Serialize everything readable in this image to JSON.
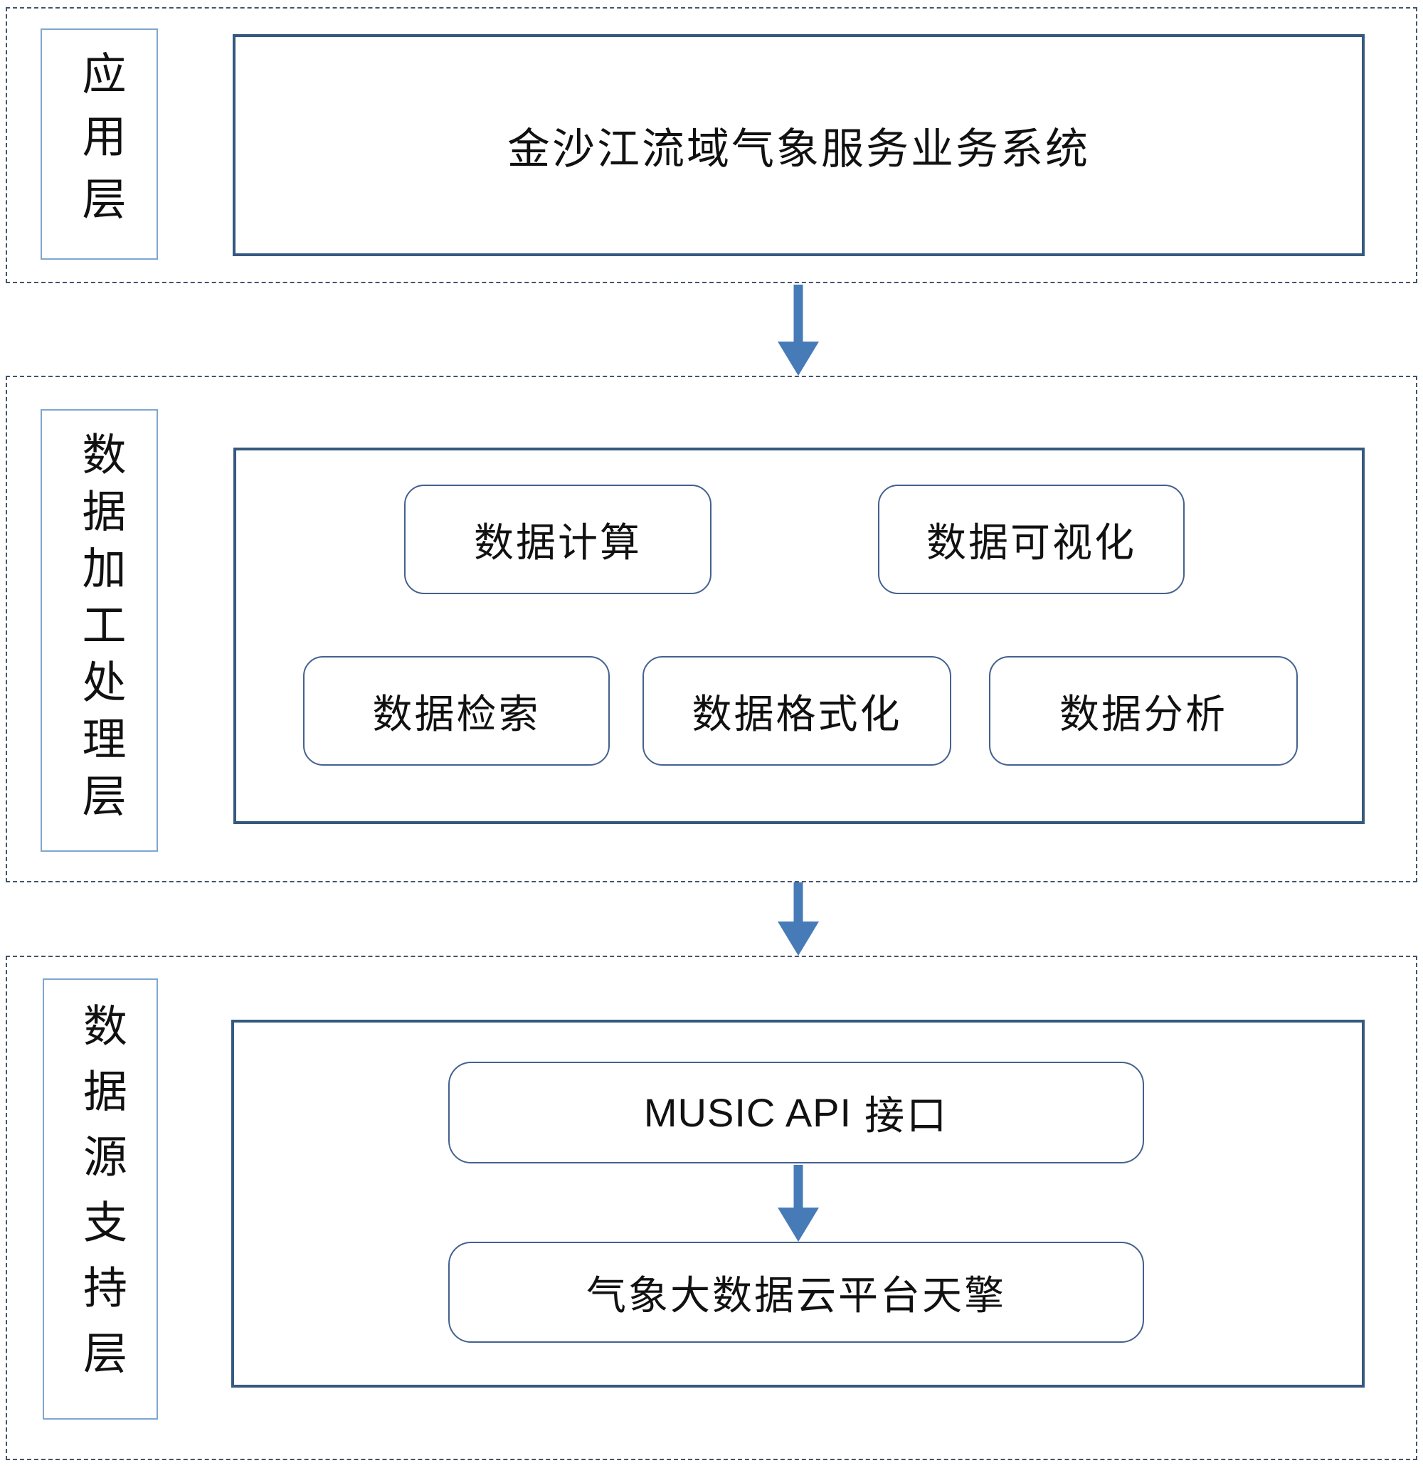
{
  "layers": [
    {
      "label": "应用层",
      "boxes": [
        {
          "label": "金沙江流域气象服务业务系统"
        }
      ]
    },
    {
      "label": "数据加工处理层",
      "boxes": [
        {
          "label": "数据计算"
        },
        {
          "label": "数据可视化"
        },
        {
          "label": "数据检索"
        },
        {
          "label": "数据格式化"
        },
        {
          "label": "数据分析"
        }
      ]
    },
    {
      "label": "数据源支持层",
      "boxes": [
        {
          "latin": "MUSIC API",
          "cjk": "接口"
        },
        {
          "label": "气象大数据云平台天擎"
        }
      ]
    }
  ],
  "connectors": [
    {
      "type": "arrow-down",
      "from": "应用层",
      "to": "数据加工处理层"
    },
    {
      "type": "arrow-down",
      "from": "数据加工处理层",
      "to": "数据源支持层"
    },
    {
      "type": "arrow-down",
      "from": "MUSIC API 接口",
      "to": "气象大数据云平台天擎"
    }
  ],
  "colors": {
    "dashed_container_border": "#44546a",
    "layer_label_border": "#7ea6d0",
    "solid_box_border": "#35597f",
    "rounded_box_border": "#44618f",
    "arrow": "#477bb8",
    "text": "#111111",
    "background": "#ffffff"
  }
}
